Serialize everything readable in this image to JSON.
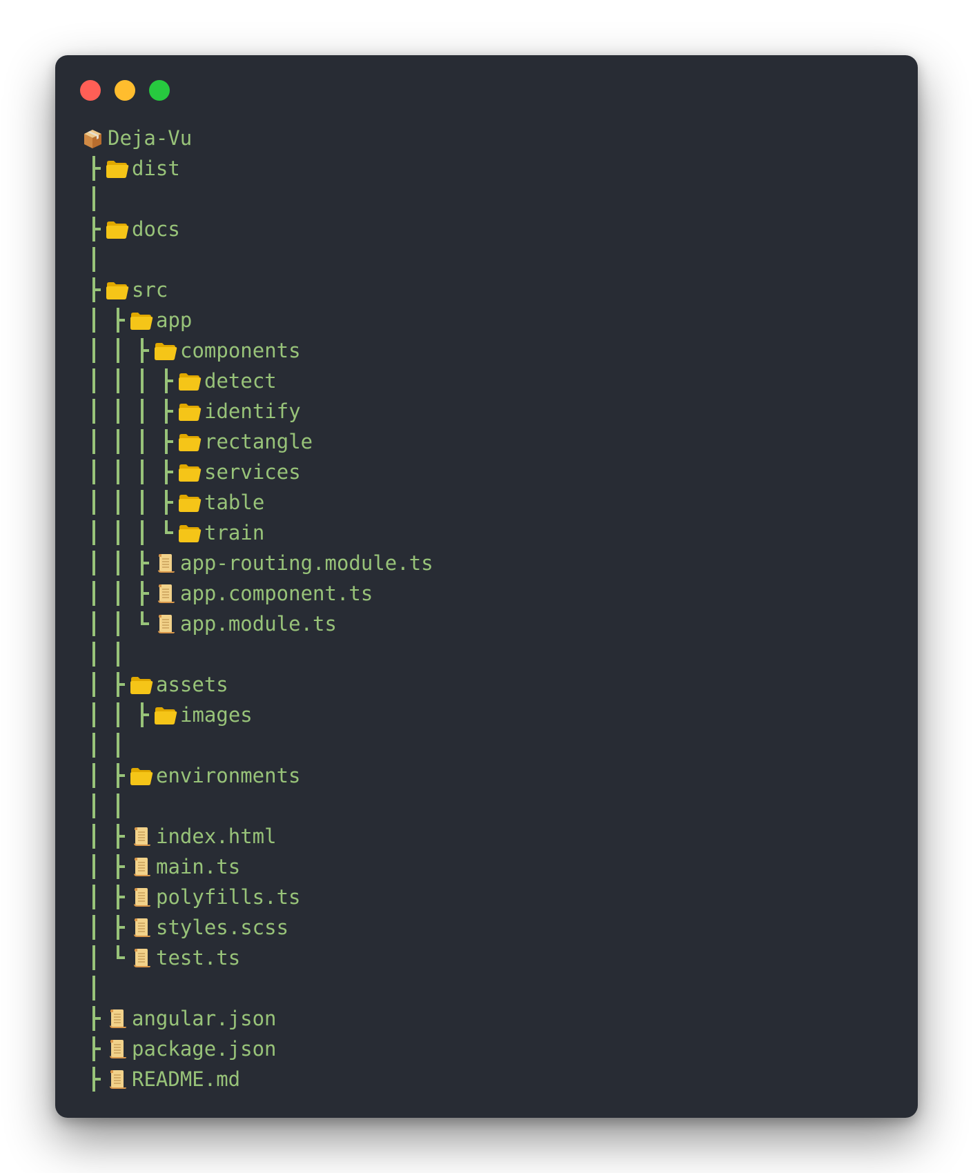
{
  "window": {
    "controls": [
      "close",
      "minimize",
      "maximize"
    ],
    "colors": {
      "background": "#282c34",
      "text": "#98c379",
      "folder": "#f5c518",
      "file": "#f2d28a",
      "close": "#ff5f56",
      "minimize": "#ffbd2e",
      "maximize": "#27c93f"
    }
  },
  "tree": [
    {
      "name": "Deja-Vu",
      "icon": "package-icon",
      "depth": 0,
      "prefix": []
    },
    {
      "name": "dist",
      "icon": "folder-icon",
      "depth": 1,
      "prefix": [
        "tee"
      ]
    },
    {
      "name": "",
      "icon": "",
      "depth": 1,
      "prefix": [
        "bar"
      ]
    },
    {
      "name": "docs",
      "icon": "folder-icon",
      "depth": 1,
      "prefix": [
        "tee"
      ]
    },
    {
      "name": "",
      "icon": "",
      "depth": 1,
      "prefix": [
        "bar"
      ]
    },
    {
      "name": "src",
      "icon": "folder-icon",
      "depth": 1,
      "prefix": [
        "tee"
      ]
    },
    {
      "name": "app",
      "icon": "folder-icon",
      "depth": 2,
      "prefix": [
        "bar",
        "tee"
      ]
    },
    {
      "name": "components",
      "icon": "folder-icon",
      "depth": 3,
      "prefix": [
        "bar",
        "bar",
        "tee"
      ]
    },
    {
      "name": "detect",
      "icon": "folder-icon",
      "depth": 4,
      "prefix": [
        "bar",
        "bar",
        "bar",
        "tee"
      ]
    },
    {
      "name": "identify",
      "icon": "folder-icon",
      "depth": 4,
      "prefix": [
        "bar",
        "bar",
        "bar",
        "tee"
      ]
    },
    {
      "name": "rectangle",
      "icon": "folder-icon",
      "depth": 4,
      "prefix": [
        "bar",
        "bar",
        "bar",
        "tee"
      ]
    },
    {
      "name": "services",
      "icon": "folder-icon",
      "depth": 4,
      "prefix": [
        "bar",
        "bar",
        "bar",
        "tee"
      ]
    },
    {
      "name": "table",
      "icon": "folder-icon",
      "depth": 4,
      "prefix": [
        "bar",
        "bar",
        "bar",
        "tee"
      ]
    },
    {
      "name": "train",
      "icon": "folder-icon",
      "depth": 4,
      "prefix": [
        "bar",
        "bar",
        "bar",
        "corner"
      ]
    },
    {
      "name": "app-routing.module.ts",
      "icon": "file-icon",
      "depth": 3,
      "prefix": [
        "bar",
        "bar",
        "tee"
      ]
    },
    {
      "name": "app.component.ts",
      "icon": "file-icon",
      "depth": 3,
      "prefix": [
        "bar",
        "bar",
        "tee"
      ]
    },
    {
      "name": "app.module.ts",
      "icon": "file-icon",
      "depth": 3,
      "prefix": [
        "bar",
        "bar",
        "corner"
      ]
    },
    {
      "name": "",
      "icon": "",
      "depth": 2,
      "prefix": [
        "bar",
        "bar"
      ]
    },
    {
      "name": "assets",
      "icon": "folder-icon",
      "depth": 2,
      "prefix": [
        "bar",
        "tee"
      ]
    },
    {
      "name": "images",
      "icon": "folder-icon",
      "depth": 3,
      "prefix": [
        "bar",
        "bar",
        "tee"
      ]
    },
    {
      "name": "",
      "icon": "",
      "depth": 2,
      "prefix": [
        "bar",
        "bar"
      ]
    },
    {
      "name": "environments",
      "icon": "folder-icon",
      "depth": 2,
      "prefix": [
        "bar",
        "tee"
      ]
    },
    {
      "name": "",
      "icon": "",
      "depth": 2,
      "prefix": [
        "bar",
        "bar"
      ]
    },
    {
      "name": "index.html",
      "icon": "file-icon",
      "depth": 2,
      "prefix": [
        "bar",
        "tee"
      ]
    },
    {
      "name": "main.ts",
      "icon": "file-icon",
      "depth": 2,
      "prefix": [
        "bar",
        "tee"
      ]
    },
    {
      "name": "polyfills.ts",
      "icon": "file-icon",
      "depth": 2,
      "prefix": [
        "bar",
        "tee"
      ]
    },
    {
      "name": "styles.scss",
      "icon": "file-icon",
      "depth": 2,
      "prefix": [
        "bar",
        "tee"
      ]
    },
    {
      "name": "test.ts",
      "icon": "file-icon",
      "depth": 2,
      "prefix": [
        "bar",
        "corner"
      ]
    },
    {
      "name": "",
      "icon": "",
      "depth": 1,
      "prefix": [
        "bar"
      ]
    },
    {
      "name": "angular.json",
      "icon": "file-icon",
      "depth": 1,
      "prefix": [
        "tee"
      ]
    },
    {
      "name": "package.json",
      "icon": "file-icon",
      "depth": 1,
      "prefix": [
        "tee"
      ]
    },
    {
      "name": "README.md",
      "icon": "file-icon",
      "depth": 1,
      "prefix": [
        "tee"
      ]
    }
  ]
}
